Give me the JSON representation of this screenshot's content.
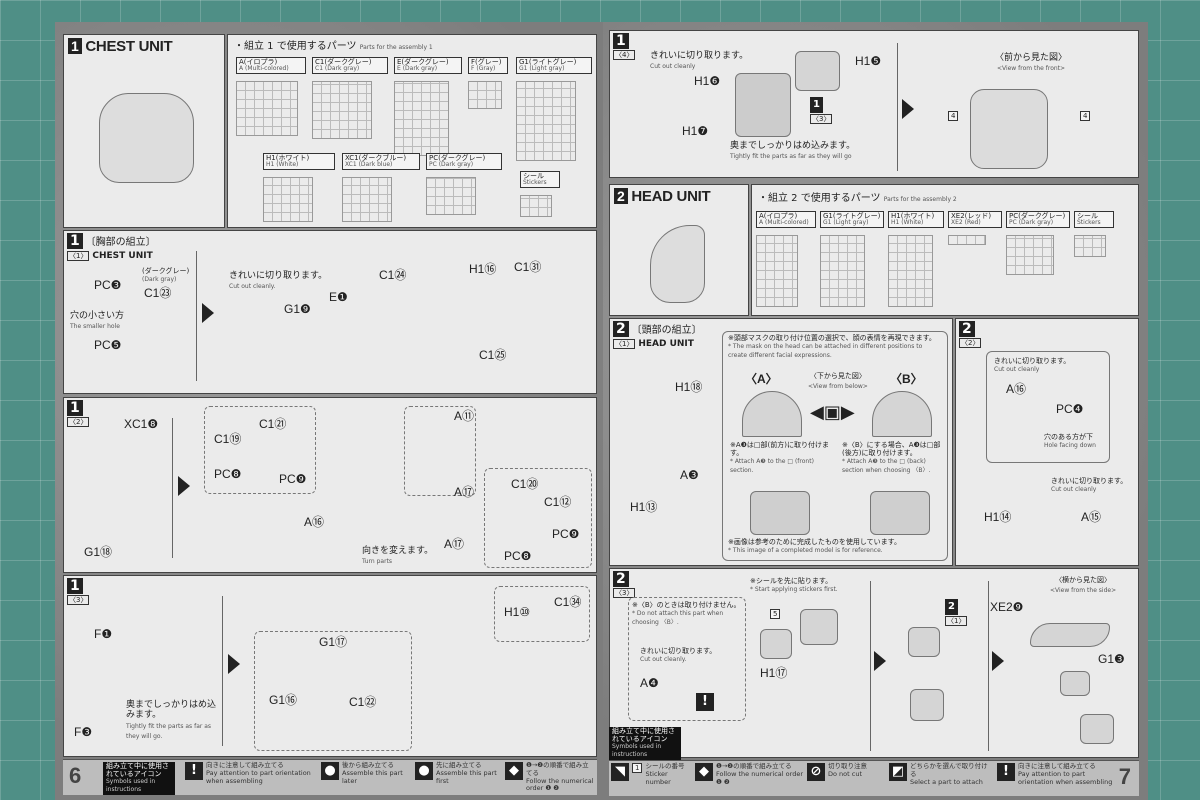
{
  "left_page": {
    "page_number": "6",
    "chest_header": {
      "step": "1",
      "title": "CHEST UNIT",
      "parts_heading": "・組立 1 で使用するパーツ",
      "parts_heading_en": "Parts for the assembly 1",
      "runners": [
        {
          "jp": "A(イロプラ)",
          "en": "A (Multi-colored)"
        },
        {
          "jp": "C1(ダークグレー)",
          "en": "C1 (Dark gray)"
        },
        {
          "jp": "E(ダークグレー)",
          "en": "E (Dark gray)"
        },
        {
          "jp": "F(グレー)",
          "en": "F (Gray)"
        },
        {
          "jp": "G1(ライトグレー)",
          "en": "G1 (Light gray)"
        },
        {
          "jp": "H1(ホワイト)",
          "en": "H1 (White)"
        },
        {
          "jp": "XC1(ダークブルー)",
          "en": "XC1 (Dark blue)"
        },
        {
          "jp": "PC(ダークグレー)",
          "en": "PC (Dark gray)"
        },
        {
          "jp": "シール",
          "en": "Stickers"
        }
      ]
    },
    "step_1_1": {
      "step": "1",
      "sub": "〈1〉",
      "title_jp": "〔胸部の組立〕",
      "title_en": "CHEST UNIT",
      "labels": [
        "PC❸",
        "C1㉓",
        "PC❺",
        "G1❾",
        "E❶",
        "C1㉔",
        "H1⑯",
        "C1㉛",
        "C1㉕"
      ],
      "hole_jp": "穴の小さい方",
      "hole_en": "The smaller hole",
      "color_jp": "(ダークグレー)",
      "color_en": "(Dark gray)",
      "cut_jp": "きれいに切り取ります。",
      "cut_en": "Cut out cleanly."
    },
    "step_1_2": {
      "step": "1",
      "sub": "〈2〉",
      "labels": [
        "XC1❽",
        "C1㉑",
        "C1⑲",
        "PC❽",
        "PC❾",
        "A⑪",
        "A⑰",
        "A⑯",
        "A⑰",
        "G1⑱",
        "C1⑳",
        "C1⑫",
        "PC❽",
        "PC❾"
      ],
      "turn_jp": "向きを変えます。",
      "turn_en": "Turn parts"
    },
    "step_1_3": {
      "step": "1",
      "sub": "〈3〉",
      "labels": [
        "F❶",
        "F❸",
        "G1⑰",
        "G1⑯",
        "C1㉒",
        "H1⑩",
        "C1㉞"
      ],
      "fit_jp": "奥までしっかりはめ込みます。",
      "fit_en": "Tightly fit the parts as far as they will go."
    },
    "legend": {
      "title_jp": "組み立て中に使用されているアイコン",
      "title_en": "Symbols used in instructions",
      "items": [
        {
          "icon": "exclamation-icon",
          "jp": "向きに注意して組み立てる",
          "en": "Pay attention to part orientation when assembling"
        },
        {
          "icon": "assemble-later-icon",
          "jp": "後から組み立てる",
          "en": "Assemble this part later"
        },
        {
          "icon": "assemble-first-icon",
          "jp": "先に組み立てる",
          "en": "Assemble this part first"
        },
        {
          "icon": "numerical-order-icon",
          "jp": "❶→❷の順番で組み立てる",
          "en": "Follow the numerical order ❶ ❷"
        }
      ]
    }
  },
  "right_page": {
    "page_number": "7",
    "step_1_4": {
      "step": "1",
      "sub": "〈4〉",
      "labels": [
        "H1❺",
        "H1❻",
        "H1❼"
      ],
      "ref_step": "1",
      "ref_sub": "〈3〉",
      "cut_jp": "きれいに切り取ります。",
      "cut_en": "Cut out cleanly",
      "fit_jp": "奥までしっかりはめ込みます。",
      "fit_en": "Tightly fit the parts as far as they will go",
      "view_jp": "〈前から見た図〉",
      "view_en": "<View from the front>",
      "sticker_nums": [
        "4",
        "4"
      ]
    },
    "head_header": {
      "step": "2",
      "title": "HEAD UNIT",
      "parts_heading": "・組立 2 で使用するパーツ",
      "parts_heading_en": "Parts for the assembly 2",
      "runners": [
        {
          "jp": "A(イロプラ)",
          "en": "A (Multi-colored)"
        },
        {
          "jp": "G1(ライトグレー)",
          "en": "G1 (Light gray)"
        },
        {
          "jp": "H1(ホワイト)",
          "en": "H1 (White)"
        },
        {
          "jp": "XE2(レッド)",
          "en": "XE2 (Red)"
        },
        {
          "jp": "PC(ダークグレー)",
          "en": "PC (Dark gray)"
        },
        {
          "jp": "シール",
          "en": "Stickers"
        }
      ]
    },
    "step_2_1": {
      "step": "2",
      "sub": "〈1〉",
      "title_jp": "〔頭部の組立〕",
      "title_en": "HEAD UNIT",
      "labels": [
        "H1⑱",
        "A❸",
        "H1⑬"
      ],
      "note_jp": "※頭部マスクの取り付け位置の選択で、顔の表情を再現できます。",
      "note_en": "* The mask on the head can be attached in different positions to create different facial expressions.",
      "view_jp": "〈下から見た図〉",
      "view_en": "<View from below>",
      "option_a": "〈A〉",
      "option_b": "〈B〉",
      "a_jp": "※A❸は□部(前方)に取り付けます。",
      "a_en": "* Attach A❸ to the □ (front) section.",
      "b_jp": "※〈B〉にする場合、A❸は□部(後方)に取り付けます。",
      "b_en": "* Attach A❸ to the □ (back) section when choosing 〈B〉.",
      "ref_jp": "※画像は参考のために完成したものを使用しています。",
      "ref_en": "* This image of a completed model is for reference."
    },
    "step_2_2": {
      "step": "2",
      "sub": "〈2〉",
      "labels": [
        "A⑯",
        "PC❹",
        "H1⑭",
        "A⑮"
      ],
      "cut_jp": "きれいに切り取ります。",
      "cut_en": "Cut out cleanly",
      "hole_jp": "穴のある方が下",
      "hole_en": "Hole facing down"
    },
    "step_2_3": {
      "step": "2",
      "sub": "〈3〉",
      "sticker_jp": "※シールを先に貼ります。",
      "sticker_en": "* Start applying stickers first.",
      "sticker_num": "5",
      "opt_jp": "※〈B〉のときは取り付けません。",
      "opt_en": "* Do not attach this part when choosing 〈B〉.",
      "cut_jp": "きれいに切り取ります。",
      "cut_en": "Cut out cleanly.",
      "labels": [
        "A❹",
        "H1⑰",
        "XE2❾",
        "G1❸"
      ],
      "ref_step": "2",
      "ref_sub": "〈1〉",
      "view_jp": "〈横から見た図〉",
      "view_en": "<View from the side>"
    },
    "legend": {
      "title_jp": "組み立て中に使用されているアイコン",
      "title_en": "Symbols used in instructions",
      "items": [
        {
          "icon": "sticker-icon",
          "num": "1",
          "jp": "シールの番号",
          "en": "Sticker number"
        },
        {
          "icon": "numerical-order-icon",
          "jp": "❶→❷の順番で組み立てる",
          "en": "Follow the numerical order ❶ ❷"
        },
        {
          "icon": "do-not-cut-icon",
          "jp": "切り取り注意",
          "en": "Do not cut"
        },
        {
          "icon": "select-part-icon",
          "jp": "どちらかを選んで取り付ける",
          "en": "Select a part to attach"
        },
        {
          "icon": "exclamation-icon",
          "jp": "向きに注意して組み立てる",
          "en": "Pay attention to part orientation when assembling"
        }
      ]
    }
  }
}
